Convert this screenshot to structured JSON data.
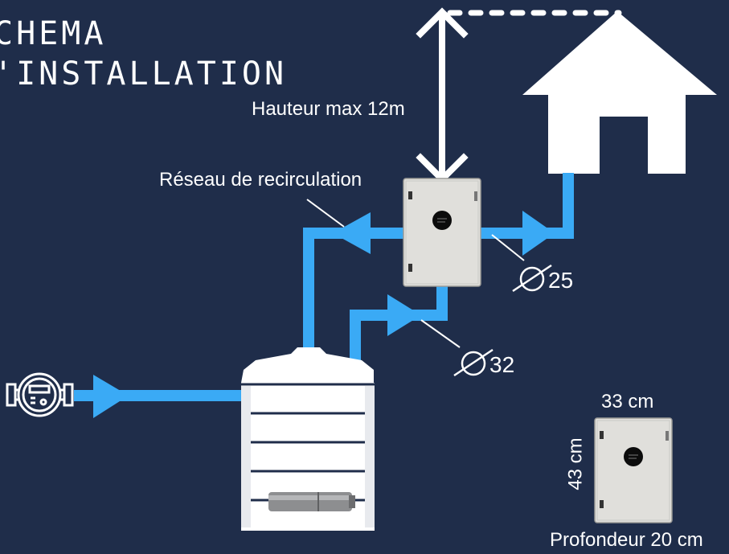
{
  "title": {
    "line1": "CHEMA",
    "line2": "'INSTALLATION"
  },
  "labels": {
    "height": "Hauteur max 12m",
    "recirculation": "Réseau de recirculation",
    "pipe_outlet": "25",
    "pipe_inlet": "32",
    "box_width": "33 cm",
    "box_height": "43 cm",
    "box_depth": "Profondeur 20 cm"
  },
  "colors": {
    "background": "#1f2d4a",
    "pipe": "#3aaaf5",
    "house": "#ffffff",
    "box": "#e0dfdb",
    "text": "#ffffff"
  }
}
